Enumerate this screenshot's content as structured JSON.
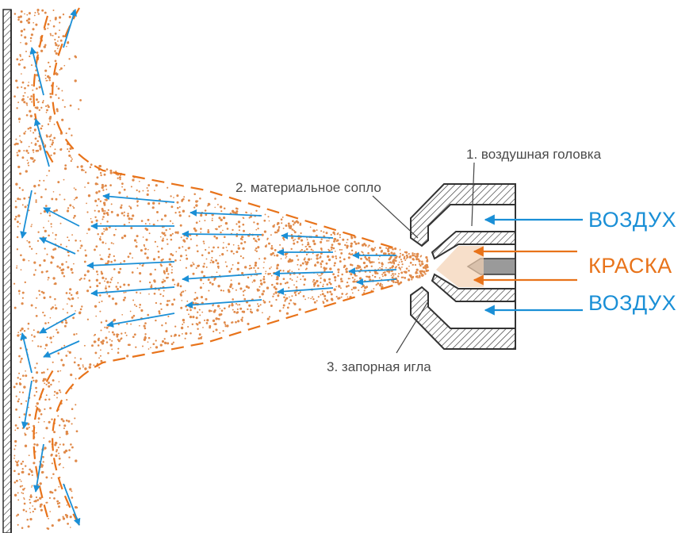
{
  "labels": {
    "air_head": "1. воздушная головка",
    "material_nozzle": "2. материальное сопло",
    "shutoff_needle": "3. запорная игла"
  },
  "flows": {
    "air_top": "ВОЗДУХ",
    "paint": "КРАСКА",
    "air_bottom": "ВОЗДУХ"
  },
  "colors": {
    "air": "#1a8fd6",
    "paint": "#e8731a",
    "particles": "#e08a4a",
    "metal": "#333333",
    "needle": "#9a9a9a"
  }
}
